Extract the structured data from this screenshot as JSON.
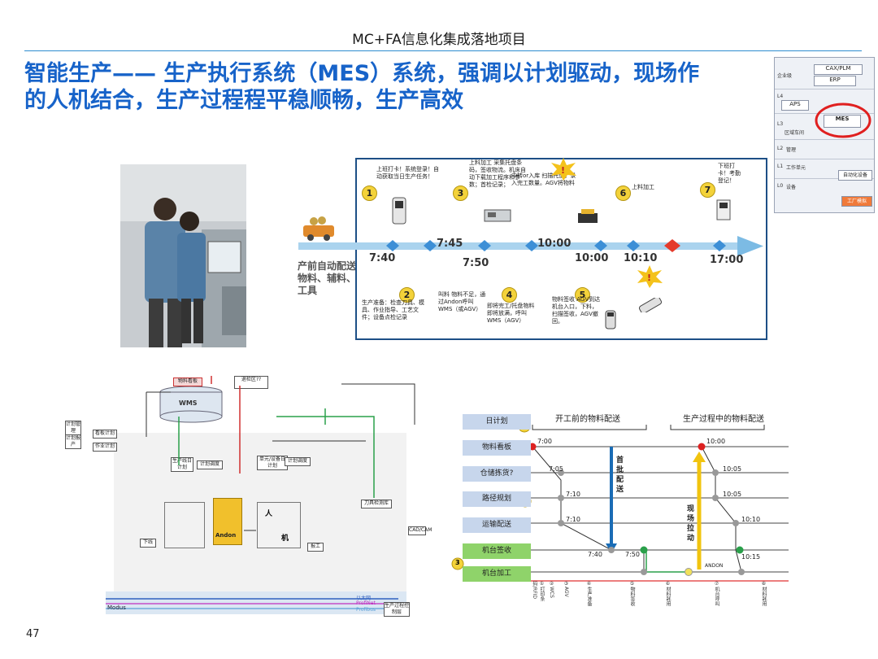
{
  "header": {
    "title": "MC+FA信息化集成落地项目",
    "page_number": "47"
  },
  "main_title": {
    "line1": "智能生产—— 生产执行系统（MES）系统，强调以计划驱动，现场作",
    "line2": "的人机结合，生产过程程平稳顺畅，生产高效"
  },
  "pyramid": {
    "levels": [
      "L4",
      "L3",
      "L2",
      "L1",
      "L0"
    ],
    "rows": [
      "企业级",
      "区域车间",
      "管理",
      "工作单元",
      "设备"
    ],
    "boxes": {
      "cax": "CAX/PLM",
      "erp": "ERP",
      "aps": "APS",
      "mes": "MES",
      "auto": "自动化设备",
      "factory": "工厂模拟"
    },
    "highlight_color": "#e02020"
  },
  "timeline": {
    "times": [
      "7:40",
      "7:45",
      "7:50",
      "10:00",
      "10:00",
      "10:10",
      "17:00"
    ],
    "steps": [
      {
        "num": "1",
        "text": "上班打卡！系统登录！自动获取当日生产任务！"
      },
      {
        "num": "2",
        "text": "生产准备：检查刀具、模具、作业指导、工艺文件；设备点检记录"
      },
      {
        "num": "3",
        "text": "上料加工 采集托盘条码，签收物流。机床自动下载加工程序和参数；首检记录；"
      },
      {
        "num": "4",
        "text": "即将完工/托盘物料即将放满，呼叫WMS（AGV）"
      },
      {
        "num": "5",
        "text": "物料签收 AGV到达机台入口，下料，扫描签收，AGV撤回。"
      },
      {
        "num": "6",
        "text": "上料加工"
      },
      {
        "num": "7",
        "text": "下班打卡！考勤登记！"
      }
    ],
    "notes": {
      "andon": "叫料 物料不足，通过Andon呼叫WMS（或AGV）",
      "transfer": "中转or入库 扫描托盘，录入完工数量。AGV将物料",
      "side": "产前自动配送物料、辅料、工具"
    }
  },
  "mes_diagram": {
    "nodes": {
      "wms": "WMS",
      "board": "物料看板",
      "check": "退检区??",
      "plan_mgmt": "计划管理",
      "plan_data": "计划报产",
      "plan_top": "看板计划",
      "work_plan": "作业计划",
      "prod_line": "生产线日计划",
      "plan_adjust": "计划调度",
      "unit": "单元/设备日计划",
      "dispatch": "计划调度",
      "andon": "Andon",
      "person": "人",
      "machine": "机",
      "offline": "下线",
      "report": "报工",
      "tool": "刀具检测库",
      "cad": "CAD/CAM",
      "bus": "Modus",
      "profinet": "ProfiNet",
      "profibus": "Profibus",
      "ethernet": "以太网",
      "control": "生产过程控制层"
    }
  },
  "flow": {
    "steps": [
      "日计划",
      "物料看板",
      "仓储拣货?",
      "路径规划",
      "运输配送",
      "机台签收",
      "机台加工"
    ],
    "header_left": "开工前的物料配送",
    "header_right": "生产过程中的物料配送",
    "left_times": [
      "7:00",
      "7:05",
      "7:10",
      "7:10",
      "7:40",
      "7:50"
    ],
    "right_times": [
      "10:00",
      "10:05",
      "10:05",
      "10:10",
      "10:15"
    ],
    "first_batch": "首批配送",
    "pull": "现场拉动",
    "andon": "ANDON",
    "badges": [
      "1",
      "2",
      "3"
    ],
    "bottom_labels": [
      "①打印条码/RFID",
      "②WCS",
      "③AGV",
      "④生产准备",
      "⑤物料签收",
      "⑥材料耗用",
      "⑦机台呼叫",
      "⑧材料耗用"
    ]
  }
}
